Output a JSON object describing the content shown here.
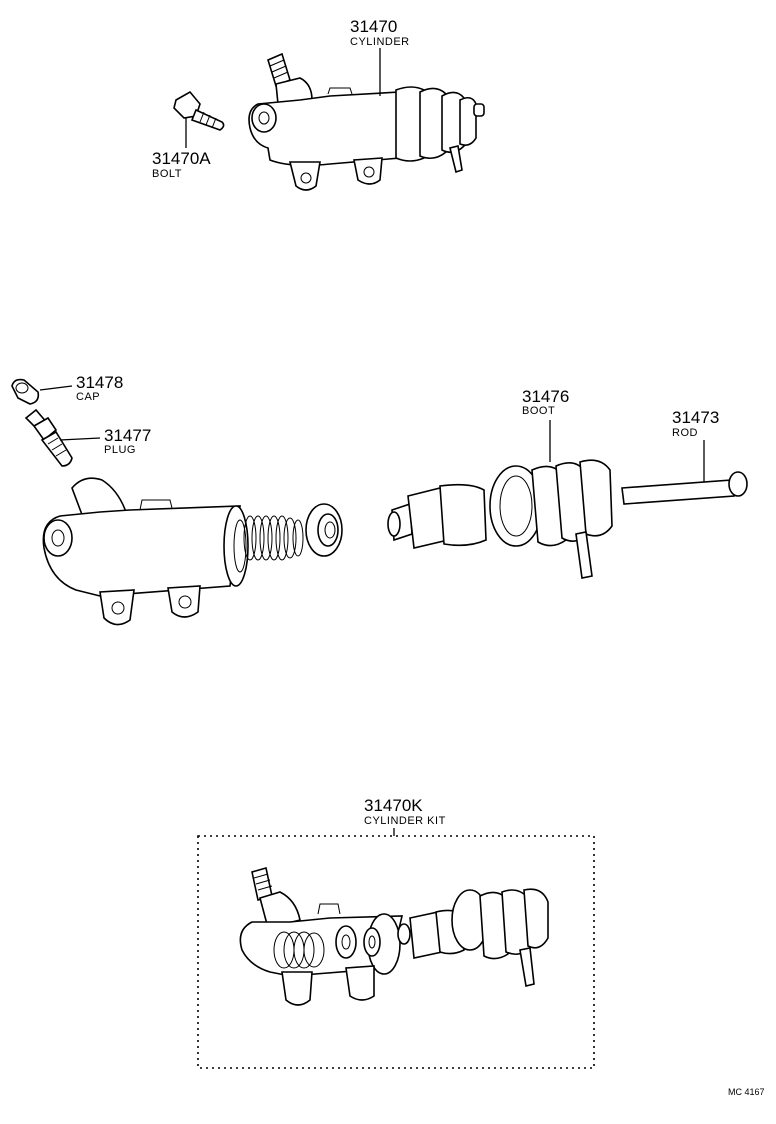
{
  "callouts": {
    "cylinder": {
      "number": "31470",
      "name": "CYLINDER"
    },
    "bolt": {
      "number": "31470A",
      "name": "BOLT"
    },
    "cap": {
      "number": "31478",
      "name": "CAP"
    },
    "plug": {
      "number": "31477",
      "name": "PLUG"
    },
    "boot": {
      "number": "31476",
      "name": "BOOT"
    },
    "rod": {
      "number": "31473",
      "name": "ROD"
    },
    "kit": {
      "number": "31470K",
      "name": "CYLINDER KIT"
    }
  },
  "drawing_code": "MC 4167"
}
